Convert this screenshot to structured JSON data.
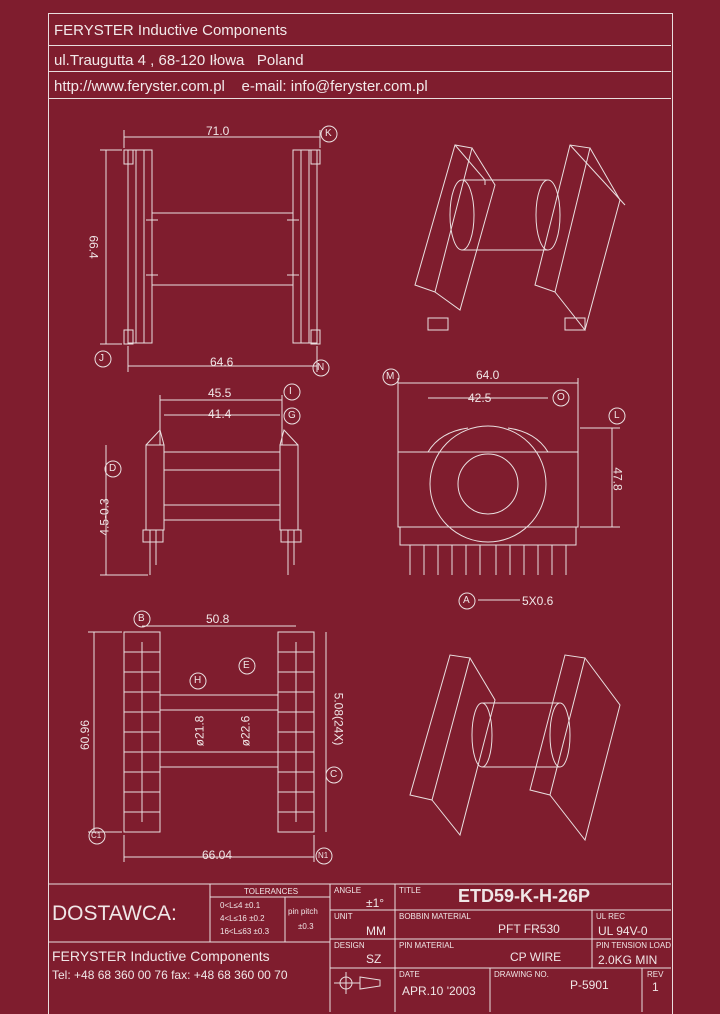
{
  "header": {
    "company": "FERYSTER Inductive Components",
    "address": "ul.Traugutta 4 , 68-120 Iłowa   Poland",
    "contact": "http://www.feryster.com.pl    e-mail: info@feryster.com.pl"
  },
  "dims": {
    "top_width": "71.0",
    "top_height": "66.4",
    "top_bottom": "64.6",
    "side_outer": "45.5",
    "side_inner": "41.4",
    "side_vertical": "4.5-0.3",
    "front_width": "64.0",
    "front_inner": "42.5",
    "front_height": "47.8",
    "pitch": "5X0.6",
    "bottom_width": "50.8",
    "bottom_height": "60.96",
    "bottom_pitch": "5.08(24X)",
    "bottom_d1": "ø21.8",
    "bottom_d2": "ø22.6",
    "bottom_base": "66.04"
  },
  "labels": [
    "K",
    "J",
    "N",
    "I",
    "G",
    "D",
    "M",
    "O",
    "L",
    "A",
    "B",
    "E",
    "H",
    "C",
    "C1",
    "N1"
  ],
  "titleblock": {
    "supplier_label": "DOSTAWCA:",
    "supplier_name": "FERYSTER Inductive Components",
    "tel": "Tel: +48 68 360 00 76  fax: +48 68 360 00 70",
    "tol_header": "TOLERANCES",
    "tol1": "0<L≤4  ±0.1",
    "tol2": "4<L≤16  ±0.2",
    "tol3": "16<L≤63  ±0.3",
    "pin_pitch": "pin pitch",
    "pin_pitch_val": "±0.3",
    "angle_label": "ANGLE",
    "angle_val": "±1°",
    "title_label": "TITLE",
    "title_val": "ETD59-K-H-26P",
    "unit_label": "UNIT",
    "unit_val": "MM",
    "bobbin_label": "BOBBIN MATERIAL",
    "bobbin_val": "PFT FR530",
    "ulrec_label": "UL REC",
    "ulrec_val": "UL 94V-0",
    "design_label": "DESIGN",
    "design_val": "SZ",
    "pinmat_label": "PIN MATERIAL",
    "pinmat_val": "CP WIRE",
    "tension_label": "PIN TENSION LOAD",
    "tension_val": "2.0KG MIN",
    "date_label": "DATE",
    "date_val": "APR.10  '2003",
    "drawing_label": "DRAWING NO.",
    "drawing_val": "P-5901",
    "rev_label": "REV",
    "rev_val": "1"
  }
}
